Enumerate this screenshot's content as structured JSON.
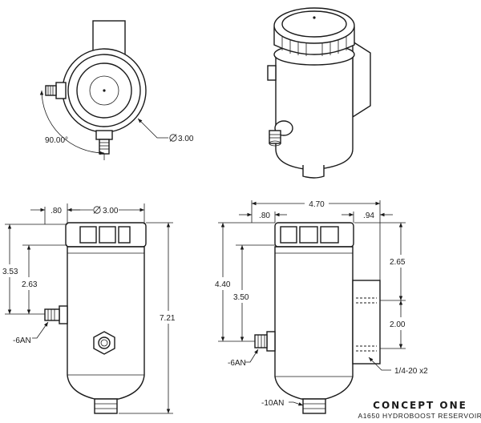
{
  "top_view": {
    "angle_dim": "90.00°",
    "diameter_dim": "3.00"
  },
  "front_view": {
    "offset_dim": ".80",
    "diameter_dim": "3.00",
    "height_outer_dim": "3.53",
    "height_inner_dim": "2.63",
    "total_height_dim": "7.21",
    "fitting_label": "-6AN"
  },
  "side_view": {
    "total_width_dim": "4.70",
    "left_offset_dim": ".80",
    "right_offset_dim": ".94",
    "height_outer_dim": "4.40",
    "height_inner_dim": "3.50",
    "bracket_top_dim": "2.65",
    "bracket_spacing_dim": "2.00",
    "fitting_label": "-6AN",
    "bolt_label": "1/4-20 x2",
    "outlet_label": "-10AN"
  },
  "title_block": {
    "brand": "CONCEPT ONE",
    "part": "A1650 HYDROBOOST RESERVOIR"
  }
}
